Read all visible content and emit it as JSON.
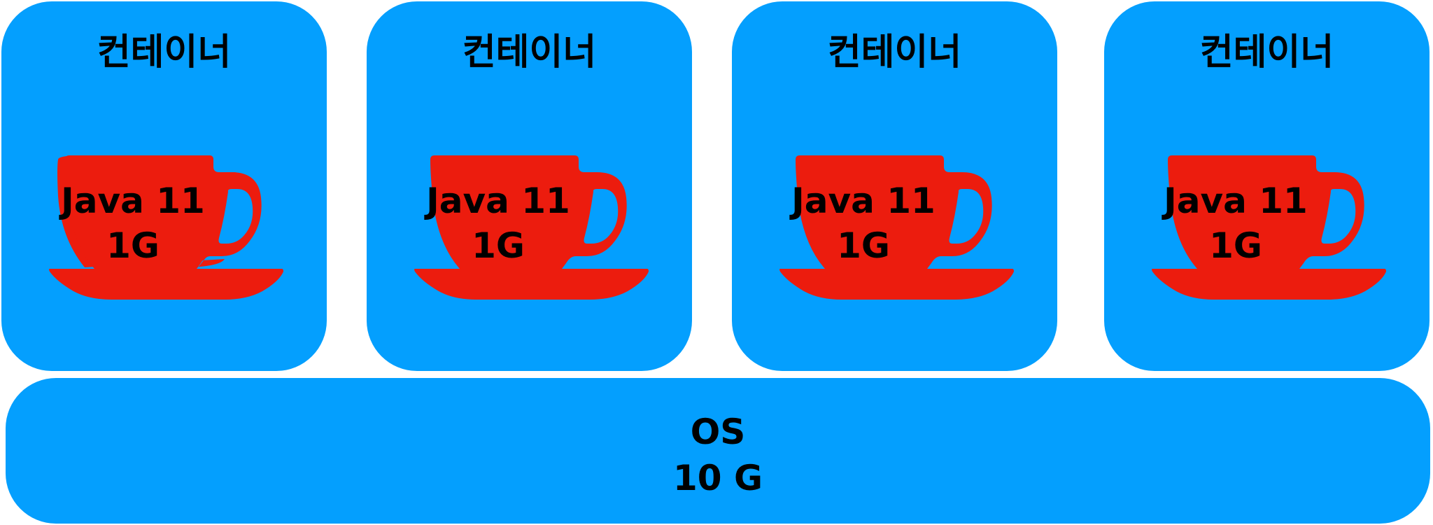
{
  "colors": {
    "box": "#049ffe",
    "cup": "#ec1c0e",
    "text": "#000000",
    "background": "#ffffff"
  },
  "containers": [
    {
      "title": "컨테이너",
      "runtime": "Java 11",
      "memory": "1G",
      "icon": "java-coffee-cup-icon"
    },
    {
      "title": "컨테이너",
      "runtime": "Java 11",
      "memory": "1G",
      "icon": "java-coffee-cup-icon"
    },
    {
      "title": "컨테이너",
      "runtime": "Java 11",
      "memory": "1G",
      "icon": "java-coffee-cup-icon"
    },
    {
      "title": "컨테이너",
      "runtime": "Java 11",
      "memory": "1G",
      "icon": "java-coffee-cup-icon"
    }
  ],
  "os": {
    "label": "OS",
    "memory": "10 G"
  }
}
